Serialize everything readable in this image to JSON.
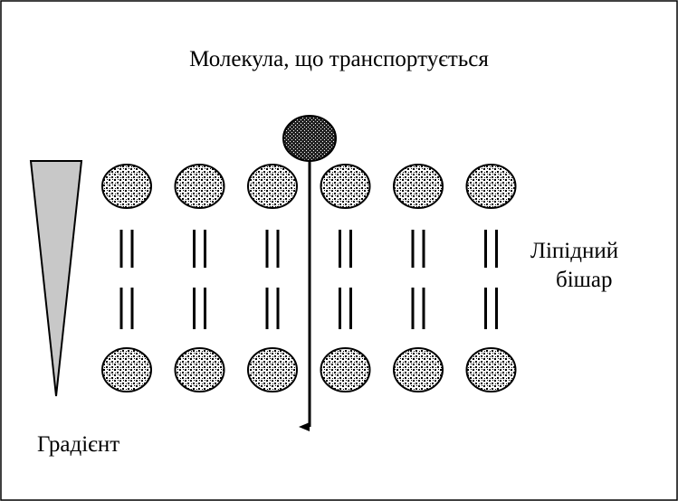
{
  "diagram": {
    "title": "Молекула, що транспортується",
    "bilayer_label_line1": "Ліпідний",
    "bilayer_label_line2": "бішар",
    "gradient_label": "Градієнт",
    "heads_per_layer": 6,
    "colors": {
      "stroke": "#000000",
      "gradient_fill": "#c8c8c8",
      "background": "#ffffff"
    }
  }
}
